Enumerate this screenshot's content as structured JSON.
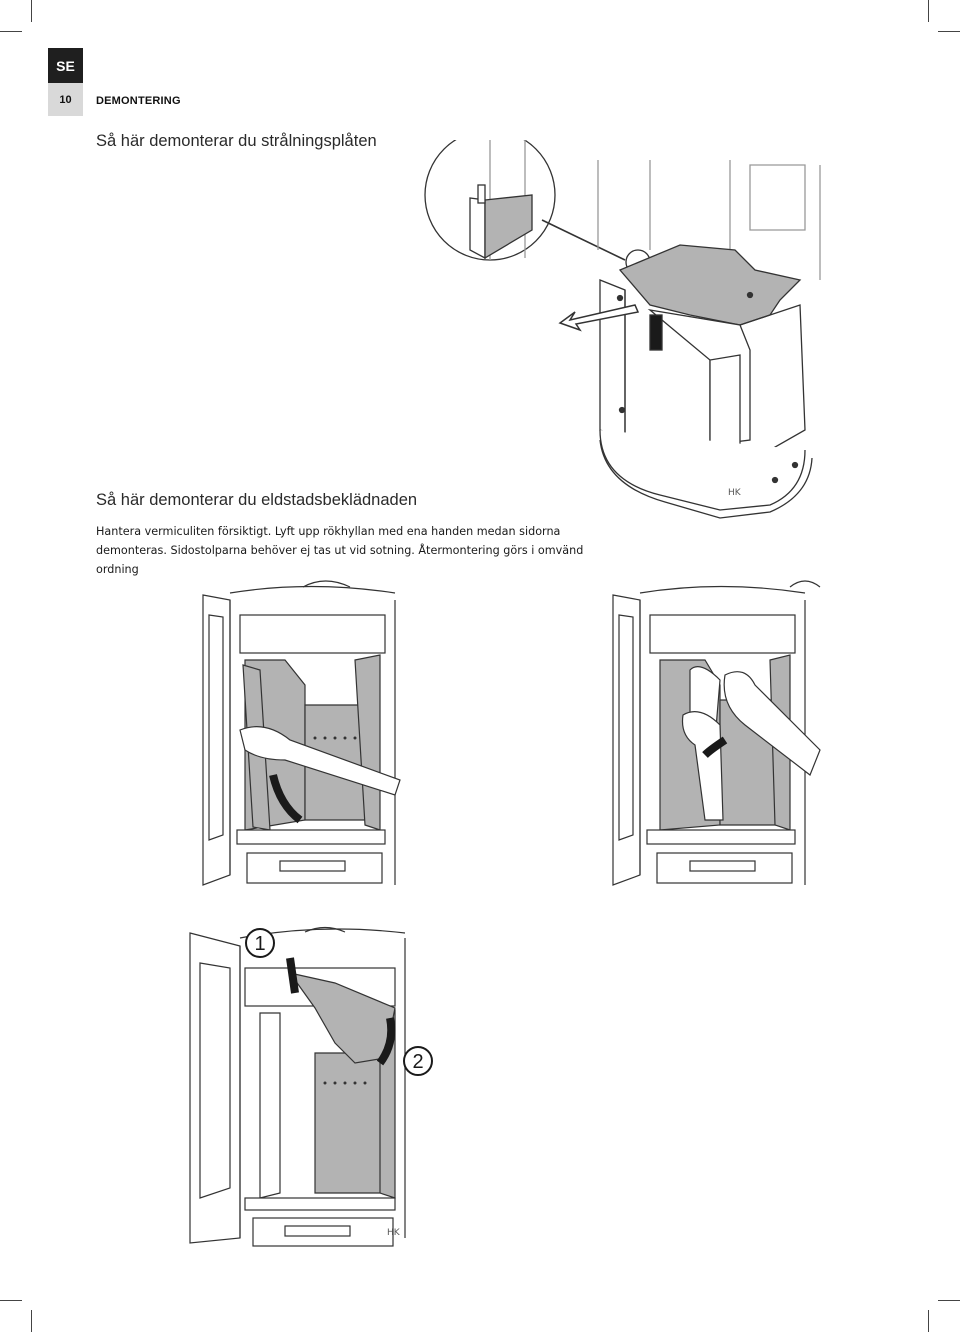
{
  "header": {
    "language_code": "SE",
    "page_number": "10",
    "section": "DEMONTERING"
  },
  "sections": {
    "radiation_plate": {
      "heading": "Så här demonterar du strålningsplåten"
    },
    "firebox_lining": {
      "heading": "Så här demonterar du eldstadsbeklädnaden",
      "body": "Hantera vermiculiten försiktigt. Lyft upp rökhyllan med ena handen medan sidorna demonteras. Sidostolparna behöver ej tas ut vid sotning. Återmontering görs i omvänd ordning"
    }
  },
  "figures": {
    "step_one_label": "1",
    "step_two_label": "2",
    "brand_mark": "HK"
  },
  "colors": {
    "badge_dark": "#1f1f1f",
    "badge_light": "#d9d9d9",
    "illustration_grey": "#b3b3b3",
    "line": "#333333"
  }
}
